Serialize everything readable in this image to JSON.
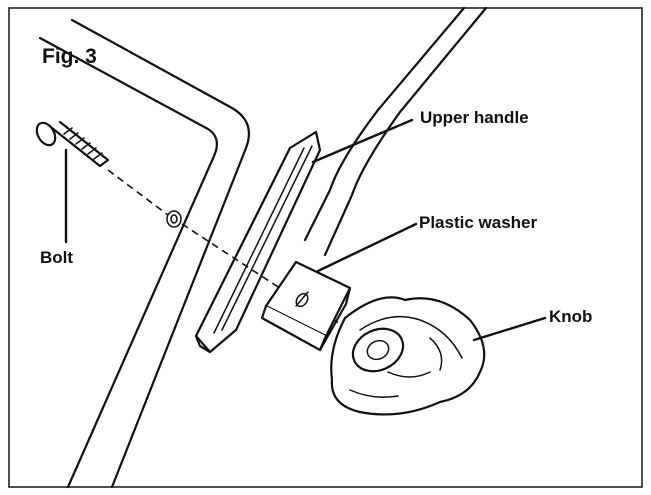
{
  "figure": {
    "title": "Fig. 3",
    "labels": {
      "upper_handle": "Upper handle",
      "plastic_washer": "Plastic washer",
      "bolt": "Bolt",
      "knob": "Knob"
    }
  },
  "colors": {
    "ink": "#111111",
    "background": "#ffffff"
  }
}
